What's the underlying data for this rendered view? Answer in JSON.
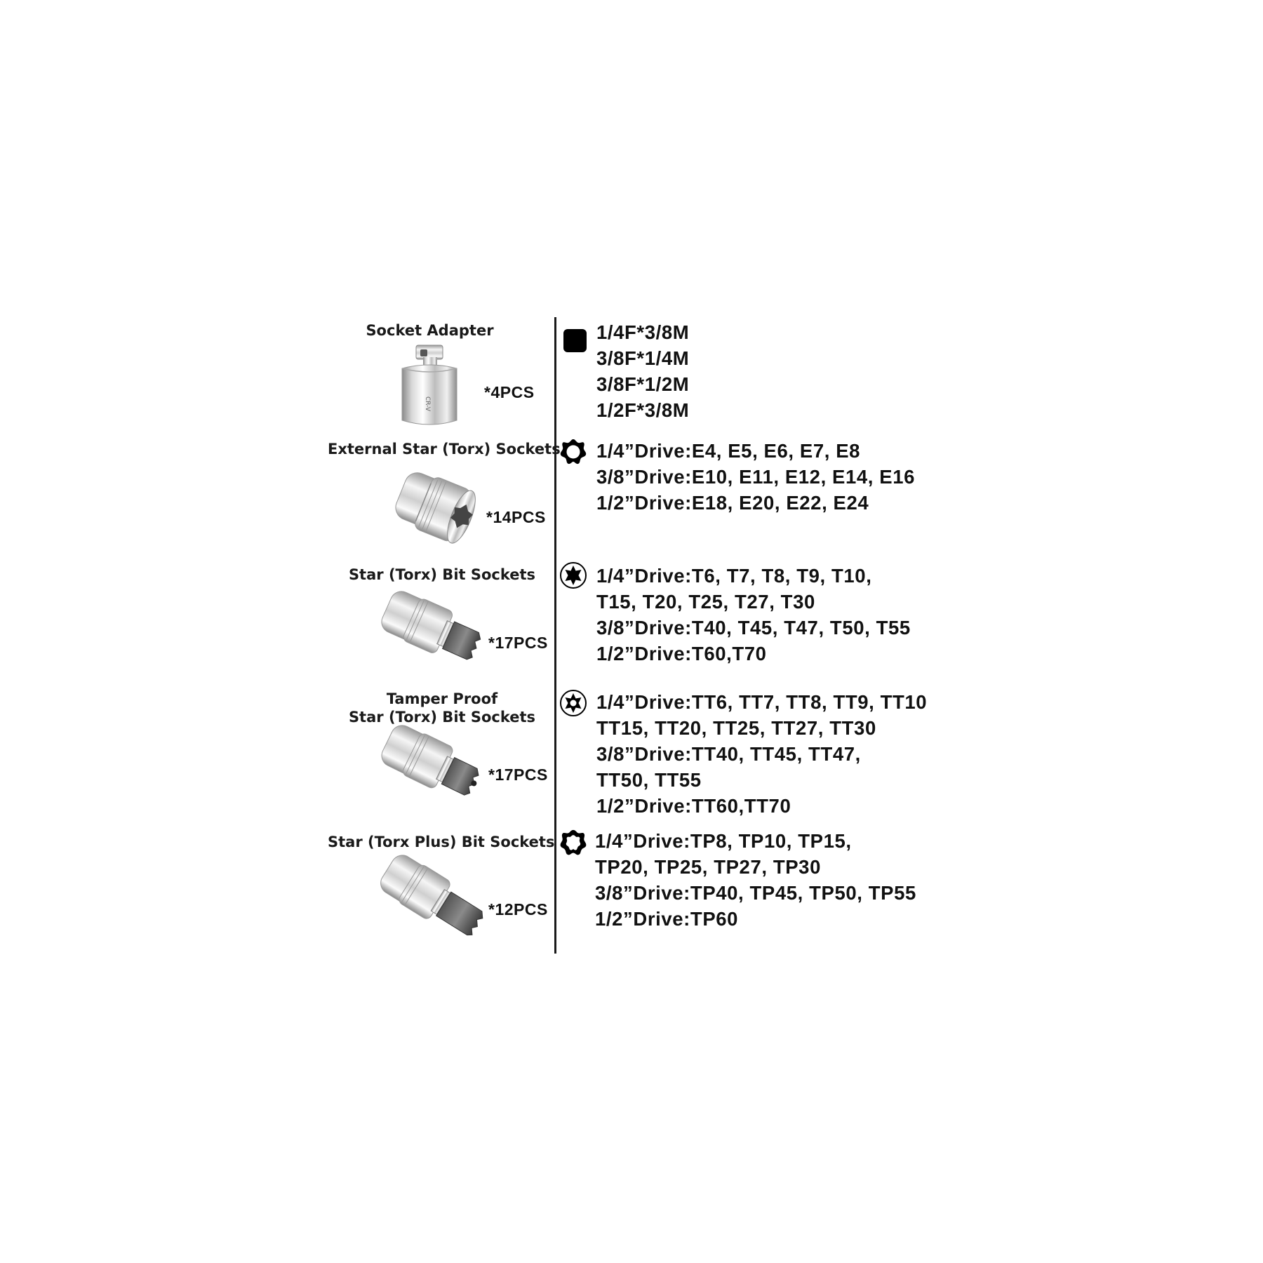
{
  "sections": [
    {
      "title": [
        "Socket Adapter"
      ],
      "quantity": "*4PCS",
      "symbol_icon": "square-drive-icon",
      "product_icon": "socket-adapter-icon",
      "specs": [
        "1/4F*3/8M",
        "3/8F*1/4M",
        "3/8F*1/2M",
        "1/2F*3/8M"
      ]
    },
    {
      "title": [
        "External Star (Torx) Sockets"
      ],
      "quantity": "*14PCS",
      "symbol_icon": "external-torx-icon",
      "product_icon": "external-torx-socket-icon",
      "specs": [
        "1/4”Drive:E4, E5, E6, E7, E8",
        "3/8”Drive:E10, E11, E12, E14, E16",
        "1/2”Drive:E18, E20, E22, E24"
      ]
    },
    {
      "title": [
        "Star (Torx) Bit Sockets"
      ],
      "quantity": "*17PCS",
      "symbol_icon": "torx-star-icon",
      "product_icon": "torx-bit-socket-icon",
      "specs": [
        "1/4”Drive:T6, T7, T8, T9, T10,",
        "T15, T20, T25, T27, T30",
        "3/8”Drive:T40, T45, T47, T50, T55",
        "1/2”Drive:T60,T70"
      ]
    },
    {
      "title": [
        "Tamper Proof",
        "Star (Torx) Bit Sockets"
      ],
      "quantity": "*17PCS",
      "symbol_icon": "tamper-torx-icon",
      "product_icon": "tamper-torx-bit-socket-icon",
      "specs": [
        "1/4”Drive:TT6, TT7, TT8, TT9, TT10",
        "TT15, TT20, TT25, TT27, TT30",
        "3/8”Drive:TT40, TT45, TT47,",
        "TT50, TT55",
        "1/2”Drive:TT60,TT70"
      ]
    },
    {
      "title": [
        "Star (Torx Plus) Bit Sockets"
      ],
      "quantity": "*12PCS",
      "symbol_icon": "torx-plus-icon",
      "product_icon": "torx-plus-bit-socket-icon",
      "specs": [
        "1/4”Drive:TP8, TP10, TP15,",
        "TP20, TP25, TP27, TP30",
        "3/8”Drive:TP40, TP45, TP50, TP55",
        "1/2”Drive:TP60"
      ]
    }
  ],
  "colors": {
    "text": "#111111",
    "chrome_light": "#f2f2f2",
    "chrome_dark": "#7a7a7a",
    "bit_dark": "#3a3a3a"
  }
}
